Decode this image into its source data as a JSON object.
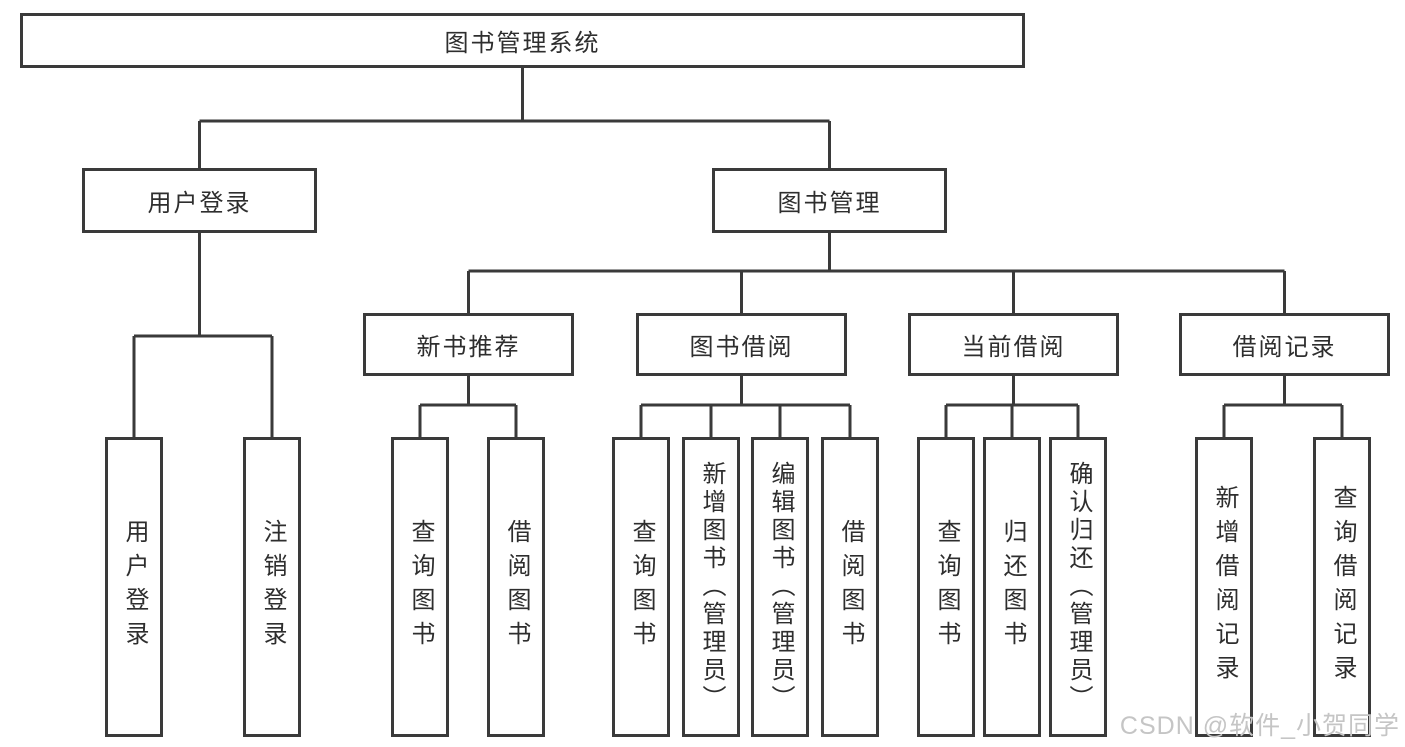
{
  "diagram": {
    "root": "图书管理系统",
    "level2": [
      "用户登录",
      "图书管理"
    ],
    "level3": [
      "新书推荐",
      "图书借阅",
      "当前借阅",
      "借阅记录"
    ],
    "leaves": {
      "user_login": [
        "用户登录",
        "注销登录"
      ],
      "new_book": [
        "查询图书",
        "借阅图书"
      ],
      "book_borrow": [
        "查询图书",
        "新增图书（管理员）",
        "编辑图书（管理员）",
        "借阅图书"
      ],
      "current_borrow": [
        "查询图书",
        "归还图书",
        "确认归还（管理员）"
      ],
      "borrow_record": [
        "新增借阅记录",
        "查询借阅记录"
      ]
    }
  },
  "watermark": "CSDN @软件_小贺同学",
  "colors": {
    "line": "#3a3a3a",
    "text": "#2e2e2e",
    "background": "#ffffff",
    "watermark": "#c5c5c5"
  }
}
